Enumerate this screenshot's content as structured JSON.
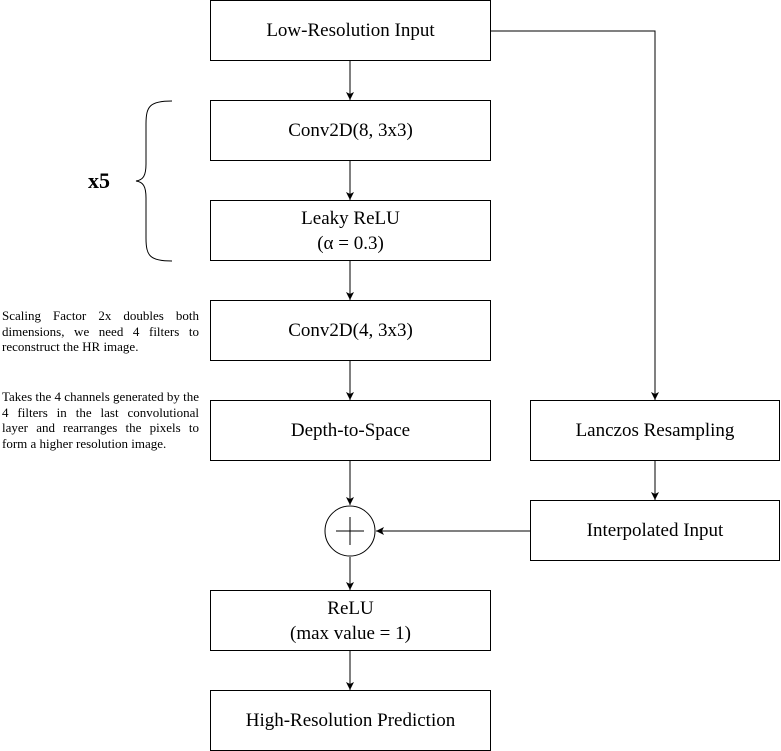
{
  "nodes": {
    "lr_input": "Low-Resolution Input",
    "conv1": "Conv2D(8, 3x3)",
    "leaky_1": "Leaky ReLU",
    "leaky_2": "(α = 0.3)",
    "conv2": "Conv2D(4, 3x3)",
    "d2s": "Depth-to-Space",
    "relu_1": "ReLU",
    "relu_2": "(max value = 1)",
    "hr_pred": "High-Resolution Prediction",
    "lanczos": "Lanczos Resampling",
    "interp": "Interpolated Input"
  },
  "repeat_label": "x5",
  "notes": {
    "scaling": "Scaling Factor 2x doubles both dimensions, we need 4 filters to reconstruct the HR image.",
    "d2s": "Takes the 4 channels generated by the 4 filters in the last convolutional layer and rearranges the pixels to form a higher resolution image."
  }
}
